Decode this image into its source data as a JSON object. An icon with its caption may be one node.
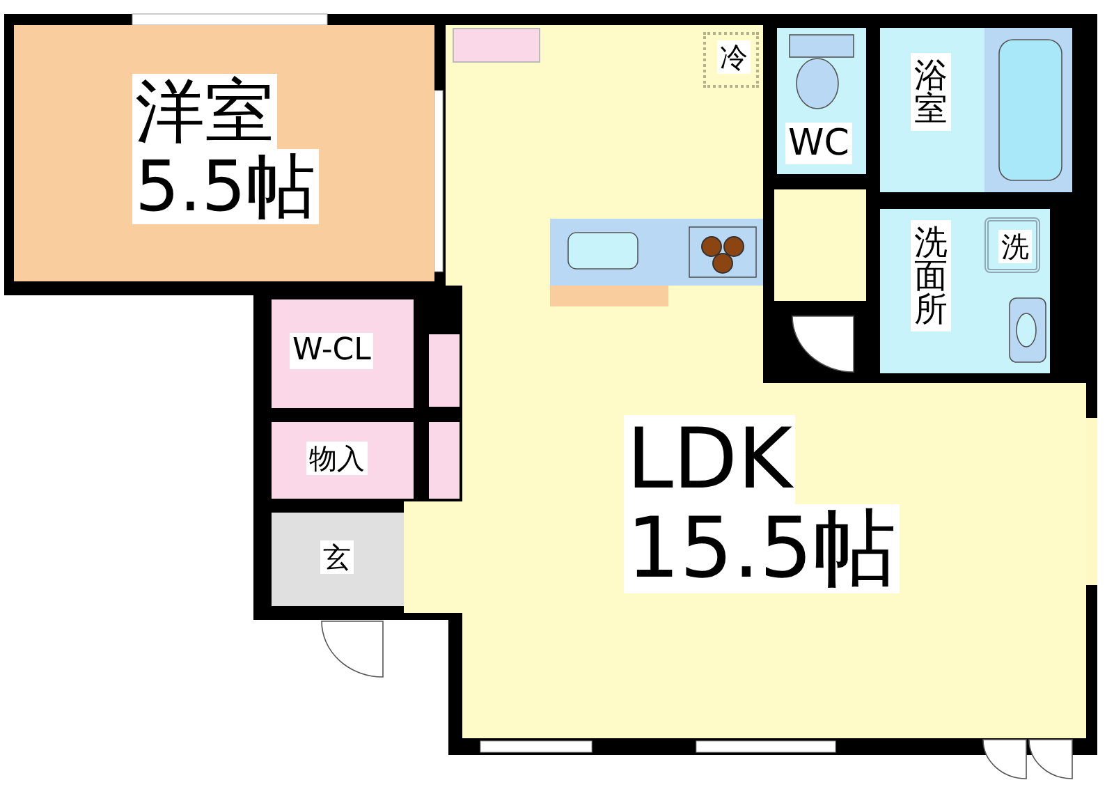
{
  "diagram": {
    "nodes": [
      {
        "text": [
          "洋室",
          "5.5帖"
        ]
      },
      {
        "text": [
          "LDK",
          "15.5帖"
        ]
      },
      {
        "text": [
          "冷"
        ],
        "in": 1
      },
      {
        "text": [
          "WC"
        ]
      },
      {
        "text": [
          "浴室"
        ]
      },
      {
        "text": [
          "洗面所"
        ]
      },
      {
        "text": [
          "洗"
        ],
        "in": 5
      },
      {
        "text": [
          "W-CL"
        ]
      },
      {
        "text": [
          "物入"
        ]
      },
      {
        "text": [
          "玄"
        ]
      }
    ]
  }
}
